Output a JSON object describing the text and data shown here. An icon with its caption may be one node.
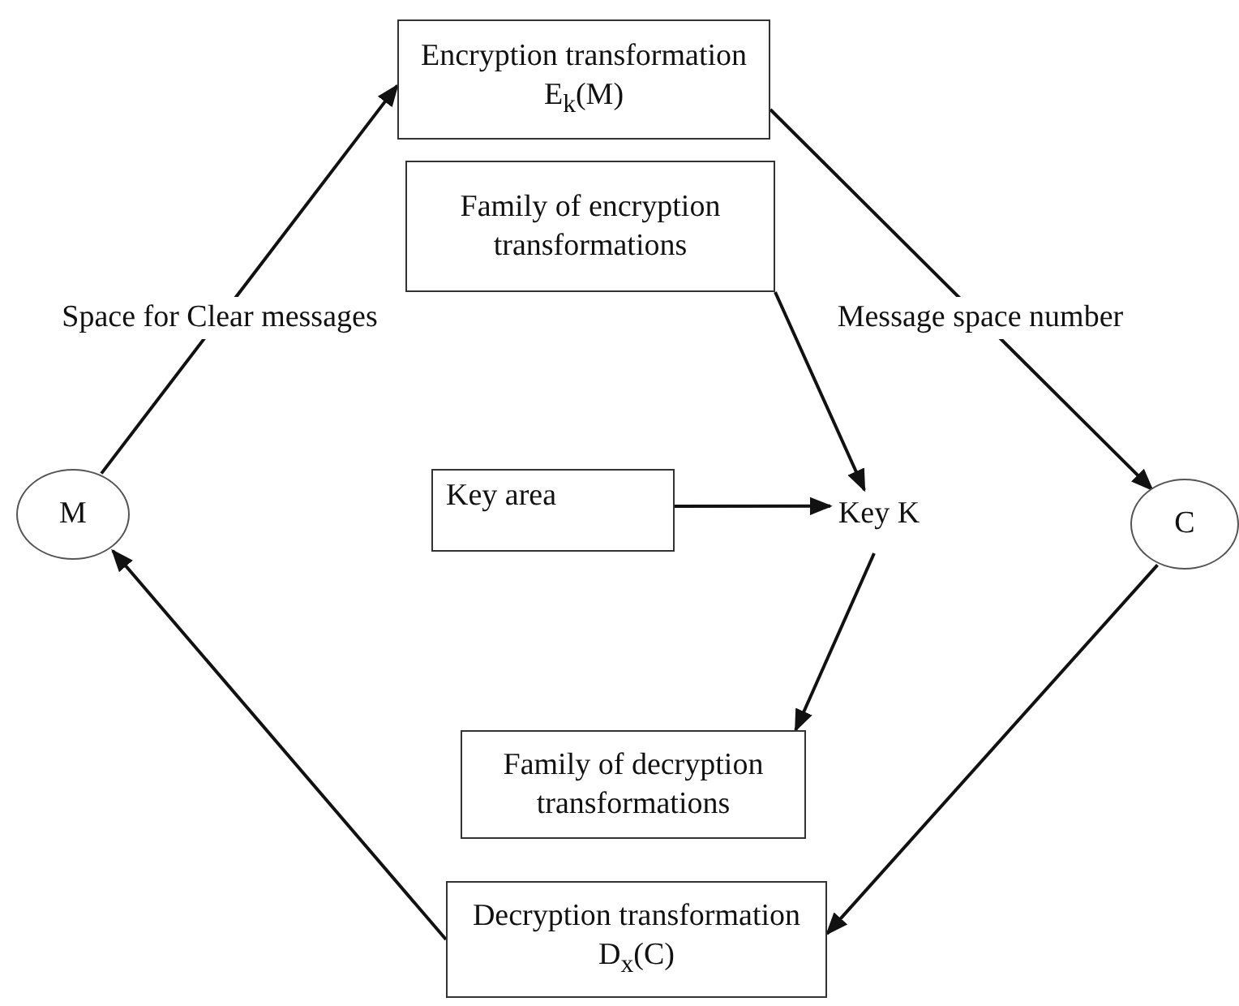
{
  "diagram": {
    "nodes": [
      {
        "text": [
          "Encryption transformation E$_{k}$(M)"
        ]
      },
      {
        "text": [
          "Family of encryption transformations"
        ]
      },
      {
        "text": [
          "M"
        ]
      },
      {
        "text": [
          "Key area"
        ]
      },
      {
        "text": [
          "Key K"
        ]
      },
      {
        "text": [
          "C"
        ]
      },
      {
        "text": [
          "Family of decryption transformations"
        ]
      },
      {
        "text": [
          "Decryption transformation D$_{x}$(C)"
        ]
      }
    ],
    "edges": [
      {
        "from": 2,
        "to": 0,
        "arrow": "to",
        "label": "Space for Clear messages"
      },
      {
        "from": 0,
        "to": 5,
        "arrow": "to",
        "label": "Message space number"
      },
      {
        "from": 1,
        "to": 4,
        "arrow": "to"
      },
      {
        "from": 3,
        "to": 4,
        "arrow": "to"
      },
      {
        "from": 4,
        "to": 6,
        "arrow": "to"
      },
      {
        "from": 5,
        "to": 7,
        "arrow": "to"
      },
      {
        "from": 7,
        "to": 2,
        "arrow": "to"
      }
    ]
  }
}
